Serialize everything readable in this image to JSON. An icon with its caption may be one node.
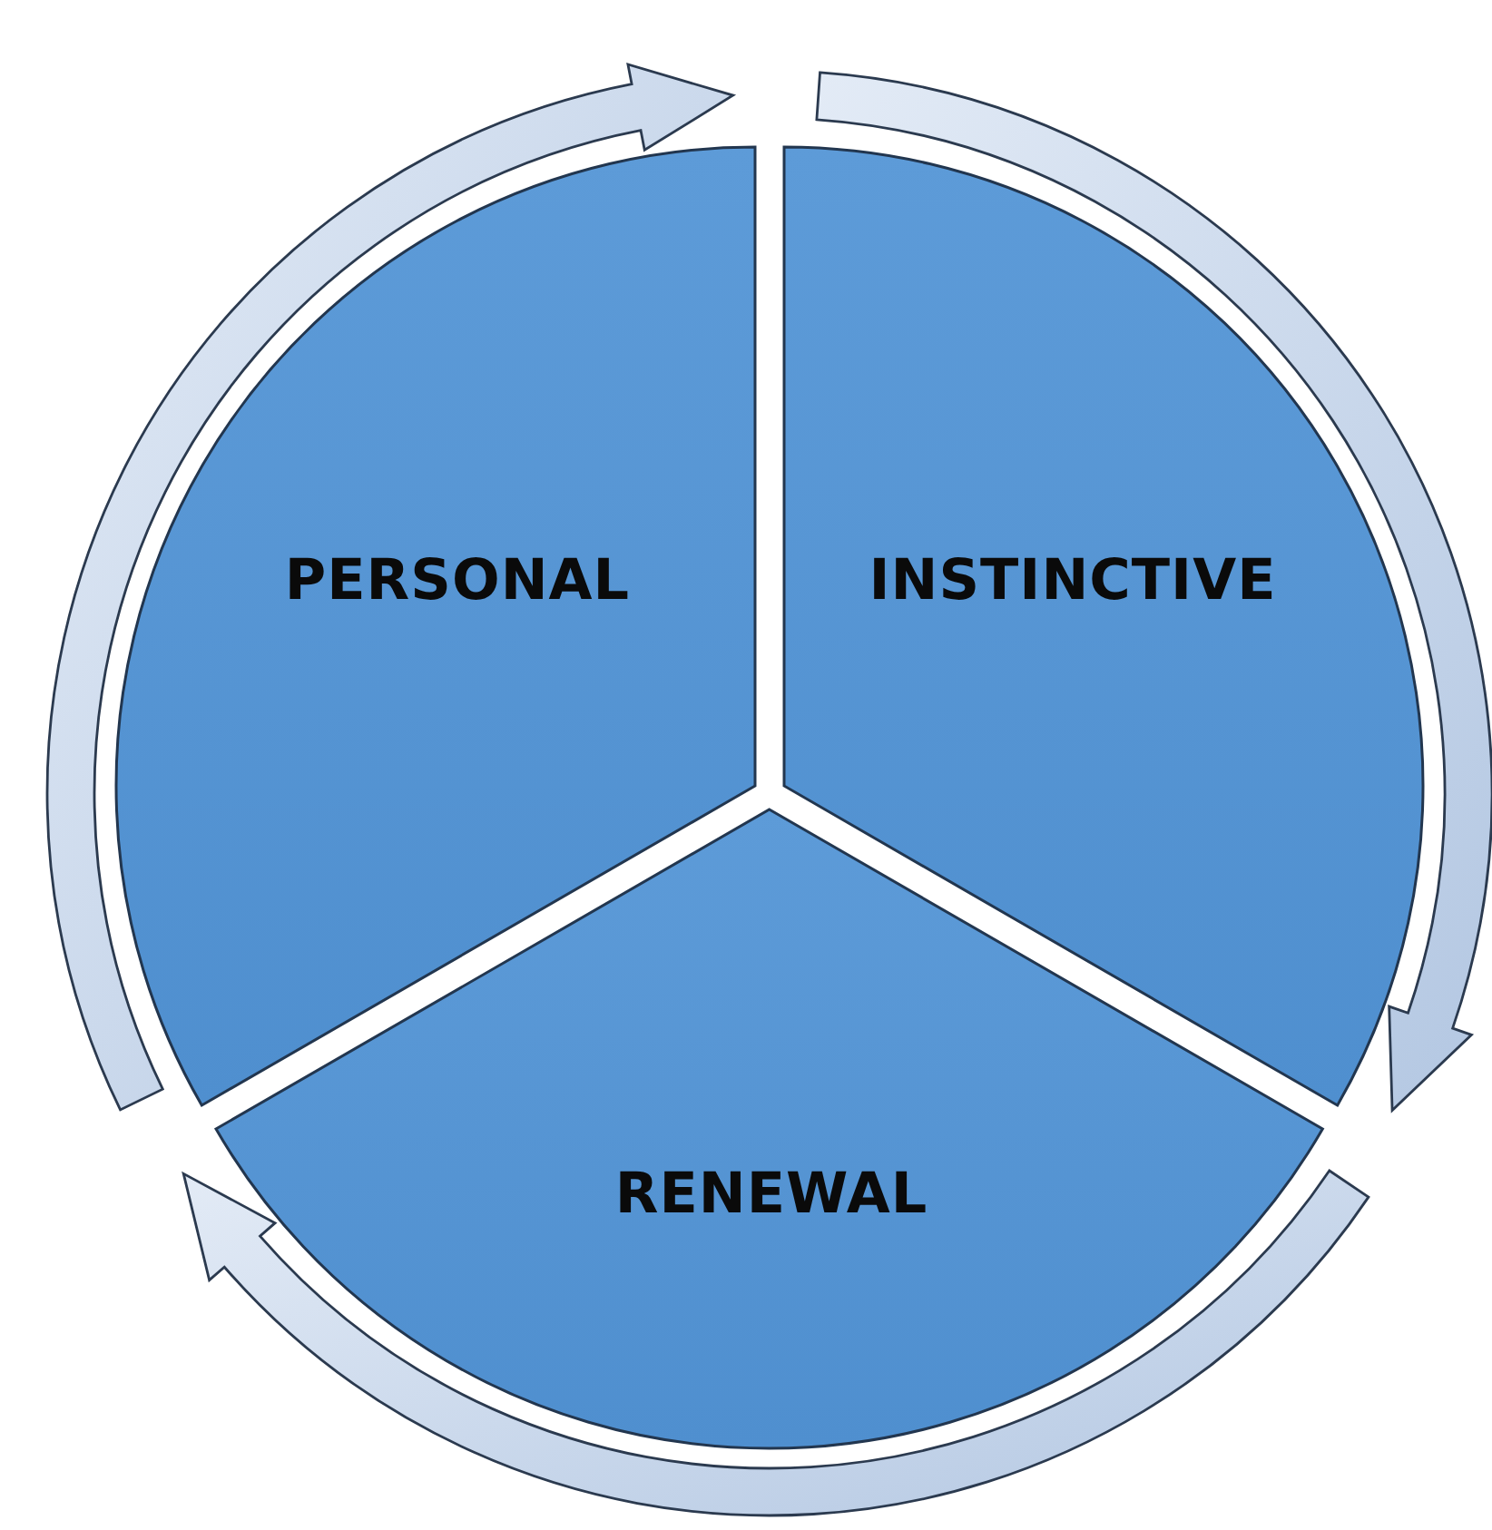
{
  "diagram": {
    "nodes": [
      {
        "text": [
          "PERSONAL"
        ]
      },
      {
        "text": [
          "INSTINCTIVE"
        ]
      },
      {
        "text": [
          "RENEWAL"
        ]
      }
    ],
    "edges": [
      {
        "from": 0,
        "to": 1,
        "arrow": "to"
      },
      {
        "from": 1,
        "to": 2,
        "arrow": "to"
      },
      {
        "from": 2,
        "to": 0,
        "arrow": "to"
      }
    ]
  }
}
